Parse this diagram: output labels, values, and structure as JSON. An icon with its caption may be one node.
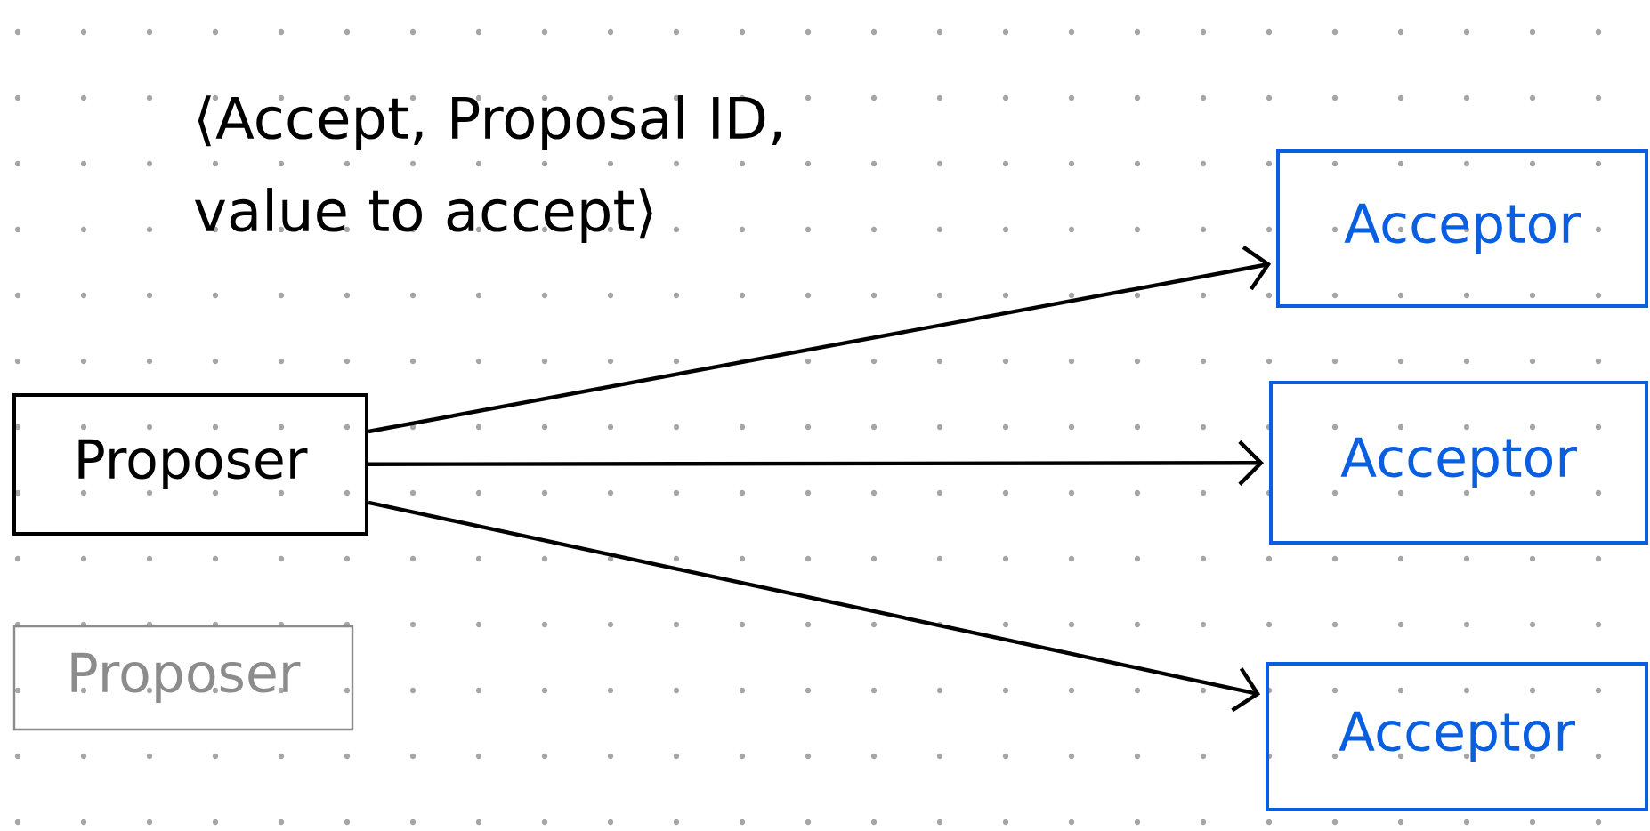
{
  "diagram": {
    "nodes": [
      {
        "text": [
          "Proposer"
        ]
      },
      {
        "text": [
          "Proposer"
        ]
      },
      {
        "text": [
          "Acceptor"
        ]
      },
      {
        "text": [
          "Acceptor"
        ]
      },
      {
        "text": [
          "Acceptor"
        ]
      }
    ],
    "edges": [
      {
        "from": 0,
        "to": 2,
        "arrow": "to",
        "label": "⟨Accept, Proposal ID, value to accept⟩"
      },
      {
        "from": 0,
        "to": 3,
        "arrow": "to"
      },
      {
        "from": 0,
        "to": 4,
        "arrow": "to"
      }
    ]
  }
}
